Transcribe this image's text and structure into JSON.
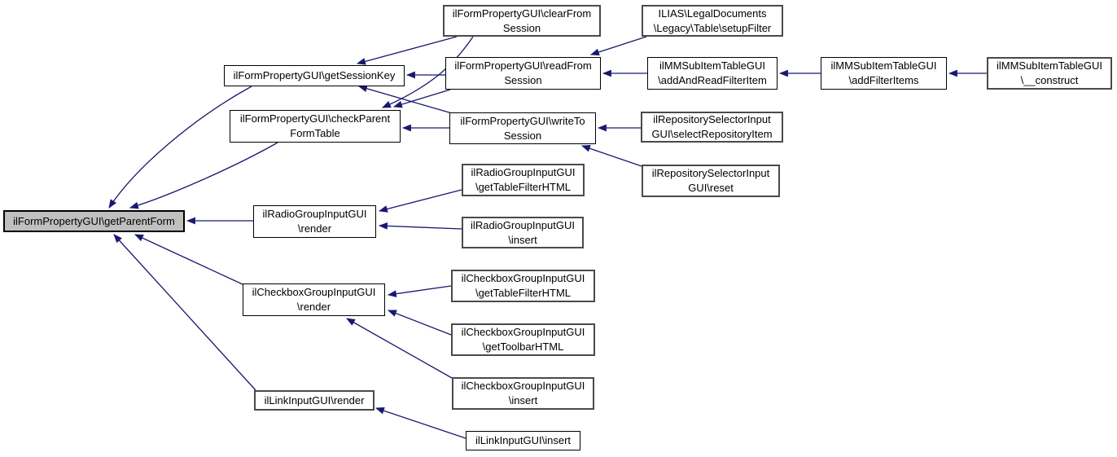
{
  "diagram": {
    "kind": "caller-graph",
    "colors": {
      "edge": "#191970",
      "node_fill": "#ffffff",
      "node_border": "#000000",
      "highlight_fill": "#bfbfbf"
    },
    "nodes": {
      "clearFromSession": {
        "label": "ilFormPropertyGUI\\clearFrom\nSession"
      },
      "setupFilter": {
        "label": "ILIAS\\LegalDocuments\n\\Legacy\\Table\\setupFilter"
      },
      "getSessionKey": {
        "label": "ilFormPropertyGUI\\getSessionKey"
      },
      "readFromSession": {
        "label": "ilFormPropertyGUI\\readFrom\nSession"
      },
      "addAndReadFilterItem": {
        "label": "ilMMSubItemTableGUI\n\\addAndReadFilterItem"
      },
      "addFilterItems": {
        "label": "ilMMSubItemTableGUI\n\\addFilterItems"
      },
      "construct": {
        "label": "ilMMSubItemTableGUI\n\\__construct"
      },
      "checkParentFormTable": {
        "label": "ilFormPropertyGUI\\checkParent\nFormTable"
      },
      "writeToSession": {
        "label": "ilFormPropertyGUI\\writeTo\nSession"
      },
      "selectRepositoryItem": {
        "label": "ilRepositorySelectorInput\nGUI\\selectRepositoryItem"
      },
      "reset": {
        "label": "ilRepositorySelectorInput\nGUI\\reset"
      },
      "radioGetTableFilterHTML": {
        "label": "ilRadioGroupInputGUI\n\\getTableFilterHTML"
      },
      "radioRender": {
        "label": "ilRadioGroupInputGUI\n\\render"
      },
      "getParentForm": {
        "label": "ilFormPropertyGUI\\getParentForm",
        "highlighted": true
      },
      "radioInsert": {
        "label": "ilRadioGroupInputGUI\n\\insert"
      },
      "checkboxGetTableFilterHTML": {
        "label": "ilCheckboxGroupInputGUI\n\\getTableFilterHTML"
      },
      "checkboxRender": {
        "label": "ilCheckboxGroupInputGUI\n\\render"
      },
      "checkboxGetToolbarHTML": {
        "label": "ilCheckboxGroupInputGUI\n\\getToolbarHTML"
      },
      "checkboxInsert": {
        "label": "ilCheckboxGroupInputGUI\n\\insert"
      },
      "linkRender": {
        "label": "ilLinkInputGUI\\render"
      },
      "linkInsert": {
        "label": "ilLinkInputGUI\\insert"
      }
    },
    "edges": [
      {
        "from": "clearFromSession",
        "to": "getSessionKey"
      },
      {
        "from": "clearFromSession",
        "to": "checkParentFormTable"
      },
      {
        "from": "readFromSession",
        "to": "getSessionKey"
      },
      {
        "from": "readFromSession",
        "to": "checkParentFormTable"
      },
      {
        "from": "writeToSession",
        "to": "getSessionKey"
      },
      {
        "from": "writeToSession",
        "to": "checkParentFormTable"
      },
      {
        "from": "setupFilter",
        "to": "readFromSession"
      },
      {
        "from": "addAndReadFilterItem",
        "to": "readFromSession"
      },
      {
        "from": "addFilterItems",
        "to": "addAndReadFilterItem"
      },
      {
        "from": "construct",
        "to": "addFilterItems"
      },
      {
        "from": "selectRepositoryItem",
        "to": "writeToSession"
      },
      {
        "from": "reset",
        "to": "writeToSession"
      },
      {
        "from": "getSessionKey",
        "to": "getParentForm"
      },
      {
        "from": "checkParentFormTable",
        "to": "getParentForm"
      },
      {
        "from": "radioRender",
        "to": "getParentForm"
      },
      {
        "from": "radioGetTableFilterHTML",
        "to": "radioRender"
      },
      {
        "from": "radioInsert",
        "to": "radioRender"
      },
      {
        "from": "checkboxGetTableFilterHTML",
        "to": "checkboxRender"
      },
      {
        "from": "checkboxGetToolbarHTML",
        "to": "checkboxRender"
      },
      {
        "from": "checkboxInsert",
        "to": "checkboxRender"
      },
      {
        "from": "checkboxRender",
        "to": "getParentForm"
      },
      {
        "from": "linkRender",
        "to": "getParentForm"
      },
      {
        "from": "linkInsert",
        "to": "linkRender"
      }
    ]
  }
}
